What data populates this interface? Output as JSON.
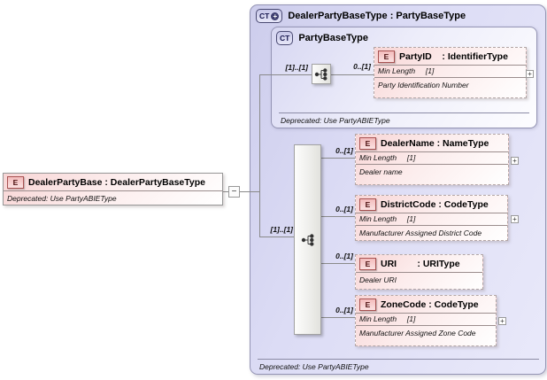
{
  "icons": {
    "plus": "+",
    "minus": "−"
  },
  "root_element": {
    "badge": "E",
    "title": "DealerPartyBase : DealerPartyBaseType",
    "annotation": "Deprecated: Use PartyABIEType"
  },
  "outer_type": {
    "badge": "CT",
    "title": "DealerPartyBaseType : PartyBaseType",
    "annotation": "Deprecated: Use PartyABIEType"
  },
  "base_type": {
    "badge": "CT",
    "title": "PartyBaseType",
    "annotation": "Deprecated: Use PartyABIEType"
  },
  "groups": {
    "base_sequence": {
      "cardinality": "[1]..[1]"
    },
    "ext_sequence": {
      "cardinality": "[1]..[1]"
    }
  },
  "elements": [
    {
      "badge": "E",
      "title": "PartyID    : IdentifierType",
      "cardinality": "0..[1]",
      "facet": "Min Length     [1]",
      "annotation": "Party Identification Number"
    },
    {
      "badge": "E",
      "title": "DealerName : NameType",
      "cardinality": "0..[1]",
      "facet": "Min Length     [1]",
      "annotation": "Dealer name"
    },
    {
      "badge": "E",
      "title": "DistrictCode : CodeType",
      "cardinality": "0..[1]",
      "facet": "Min Length     [1]",
      "annotation": "Manufacturer Assigned District Code"
    },
    {
      "badge": "E",
      "title": "URI        : URIType",
      "cardinality": "0..[1]",
      "annotation": "Dealer URI"
    },
    {
      "badge": "E",
      "title": "ZoneCode : CodeType",
      "cardinality": "0..[1]",
      "facet": "Min Length     [1]",
      "annotation": "Manufacturer Assigned Zone Code"
    }
  ]
}
